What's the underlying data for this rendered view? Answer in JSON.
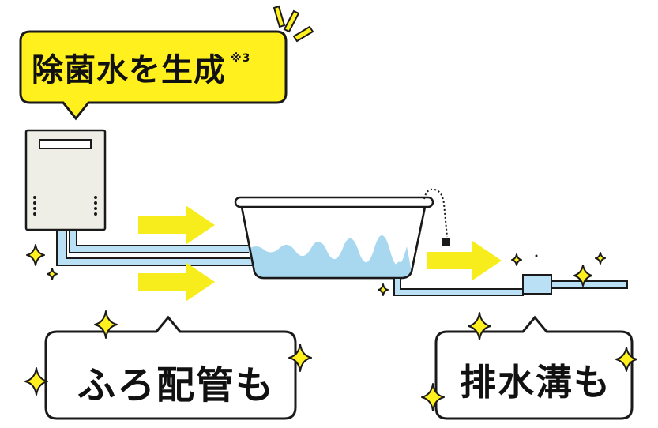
{
  "callouts": {
    "sterilized_water": {
      "text": "除菌水を生成",
      "note": "※3"
    },
    "bath_piping": {
      "text": "ふろ配管も"
    },
    "drain_ditch": {
      "text": "排水溝も"
    }
  },
  "colors": {
    "callout_yellow": "#FFF01E",
    "arrow_yellow": "#F7EC1C",
    "water_blue": "#A8D8F0",
    "pipe_blue": "#B9E0F4",
    "heater_body": "#EEEEE6",
    "sparkle": "#FFF01E",
    "outline": "#1A1A1A"
  }
}
